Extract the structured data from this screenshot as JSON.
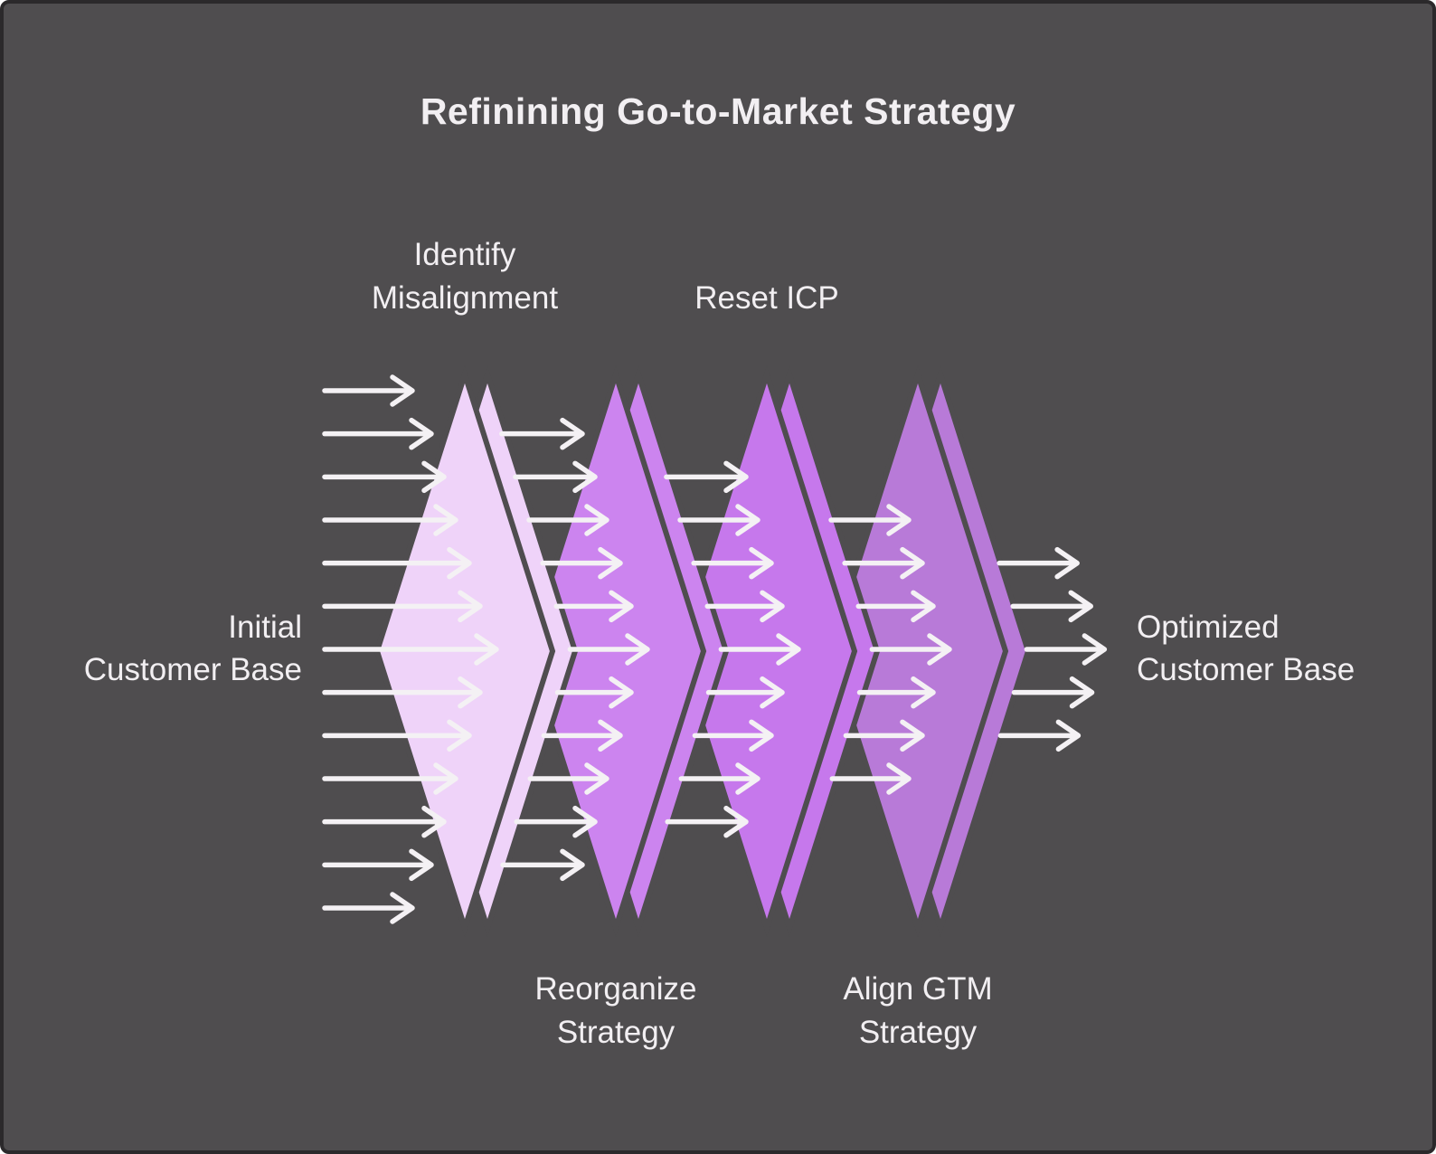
{
  "title": "Refinining Go-to-Market Strategy",
  "colors": {
    "background": "#4f4d4f",
    "border": "#2b292b",
    "arrow": "#f4f1f4",
    "text": "#f2eff2"
  },
  "input_label": {
    "lines": [
      "Initial",
      "Customer Base"
    ]
  },
  "output_label": {
    "lines": [
      "Optimized",
      "Customer Base"
    ]
  },
  "stages": [
    {
      "name": "identify-misalignment",
      "label_lines": [
        "Identify",
        "Misalignment"
      ],
      "label_position": "top",
      "fill": "#efd3f9"
    },
    {
      "name": "reorganize-strategy",
      "label_lines": [
        "Reorganize",
        "Strategy"
      ],
      "label_position": "bottom",
      "fill": "#cc84ef"
    },
    {
      "name": "reset-icp",
      "label_lines": [
        "Reset ICP"
      ],
      "label_position": "top",
      "fill": "#c678ec"
    },
    {
      "name": "align-gtm-strategy",
      "label_lines": [
        "Align GTM",
        "Strategy"
      ],
      "label_position": "bottom",
      "fill": "#b87ad8"
    }
  ]
}
